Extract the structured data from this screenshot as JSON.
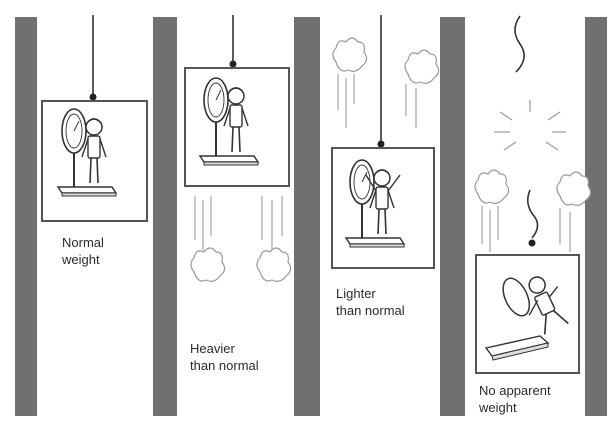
{
  "labels": {
    "normal": "Normal\nweight",
    "heavier": "Heavier\nthan normal",
    "lighter": "Lighter\nthan normal",
    "none": "No apparent\nweight"
  },
  "colors": {
    "shaft_wall": "#707070",
    "line": "#3a3a3a",
    "frame": "#4a4a4a",
    "motion_lines": "#9a9a9a"
  },
  "icons": [
    "elevator-cable-icon",
    "bathroom-scale-icon",
    "person-icon",
    "motion-cloud-icon",
    "snapped-cable-icon"
  ]
}
